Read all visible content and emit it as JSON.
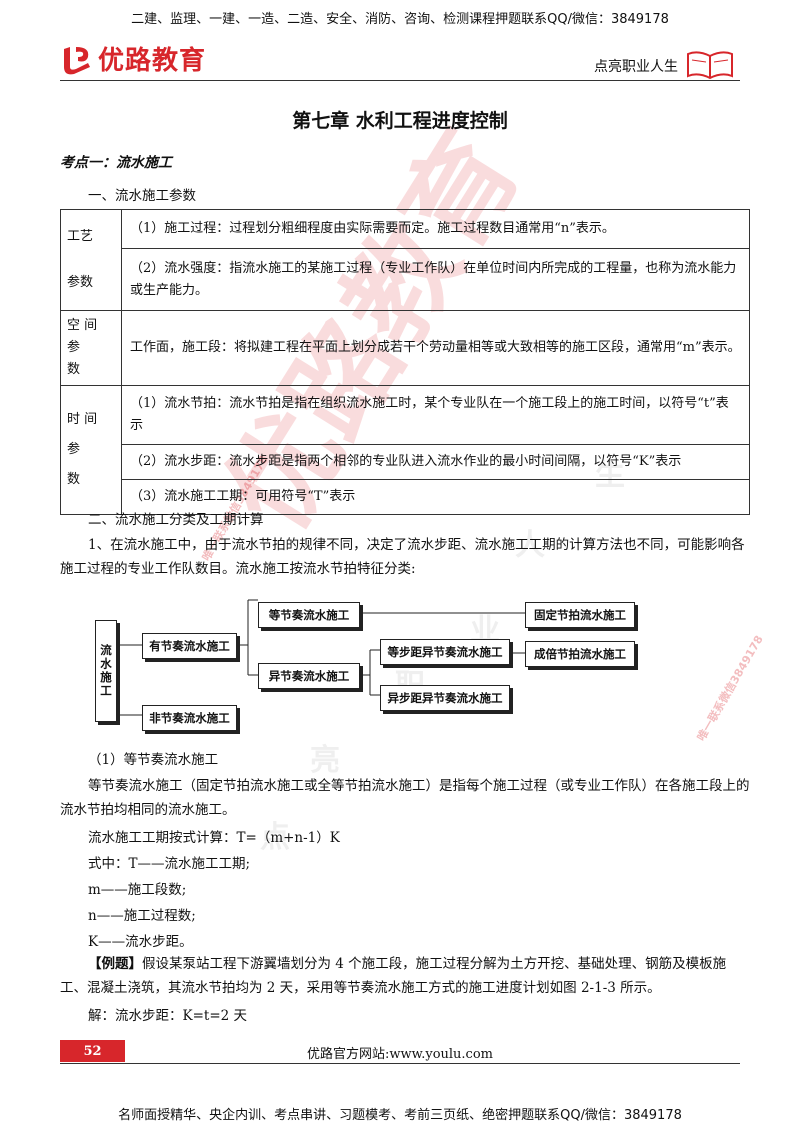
{
  "header": {
    "top_note": "二建、监理、一建、一造、二造、安全、消防、咨询、检测课程押题联系QQ/微信：3849178",
    "logo_text": "优路教育",
    "slogan": "点亮职业人生"
  },
  "title": "第七章 水利工程进度控制",
  "section": "考点一：流水施工",
  "sub1": "一、流水施工参数",
  "params_table": {
    "rows": [
      {
        "category": "工艺\n参数",
        "items": [
          "（1）施工过程：过程划分粗细程度由实际需要而定。施工过程数目通常用“n”表示。",
          "（2）流水强度：指流水施工的某施工过程（专业工作队）在单位时间内所完成的工程量，也称为流水能力或生产能力。"
        ]
      },
      {
        "category": "空 间 参\n数",
        "items": [
          "工作面，施工段：将拟建工程在平面上划分成若干个劳动量相等或大致相等的施工区段，通常用“m”表示。"
        ]
      },
      {
        "category": "时 间 参\n数",
        "items": [
          "（1）流水节拍：流水节拍是指在组织流水施工时，某个专业队在一个施工段上的施工时间，以符号“t”表示",
          "（2）流水步距：流水步距是指两个相邻的专业队进入流水作业的最小时间间隔，以符号“K”表示",
          "（3）流水施工工期：可用符号“T”表示"
        ]
      }
    ]
  },
  "sub2": "二、流水施工分类及工期计算",
  "para1": "1、在流水施工中，由于流水节拍的规律不同，决定了流水步距、流水施工工期的计算方法也不同，可能影响各施工过程的专业工作队数目。流水施工按流水节拍特征分类:",
  "diagram": {
    "root": "流水施工",
    "rhythmic": "有节奏流水施工",
    "nonrhythmic": "非节奏流水施工",
    "equal": "等节奏流水施工",
    "unequal": "异节奏流水施工",
    "fixed": "固定节拍流水施工",
    "equal_step": "等步距异节奏流水施工",
    "multiple": "成倍节拍流水施工",
    "unequal_step": "异步距异节奏流水施工"
  },
  "lines": [
    "（1）等节奏流水施工",
    "等节奏流水施工（固定节拍流水施工或全等节拍流水施工）是指每个施工过程（或专业工作队）在各施工段上的流水节拍均相同的流水施工。",
    "流水施工工期按式计算：T=（m+n-1）K",
    "式中：T——流水施工工期;",
    "m——施工段数;",
    "n——施工过程数;",
    "K——流水步距。"
  ],
  "example_tag": "【例题】",
  "example": "假设某泵站工程下游翼墙划分为 4 个施工段，施工过程分解为土方开挖、基础处理、钢筋及模板施工、混凝土浇筑，其流水节拍均为 2 天，采用等节奏流水施工方式的施工进度计划如图 2-1-3 所示。",
  "solution": "解：流水步距：K=t=2 天",
  "footer": {
    "page_number": "52",
    "site": "优路官方网站:www.youlu.com",
    "bottom_note": "名师面授精华、央企内训、考点串讲、习题模考、考前三页纸、绝密押题联系QQ/微信：3849178"
  },
  "watermark": {
    "big": "优路教育",
    "small1": "唯一联系微信3849178",
    "small2": "唯一联系微信3849178",
    "slogan_chars": [
      "点",
      "亮",
      "职",
      "业",
      "人",
      "生"
    ]
  },
  "colors": {
    "brand_red": "#d7262b"
  }
}
